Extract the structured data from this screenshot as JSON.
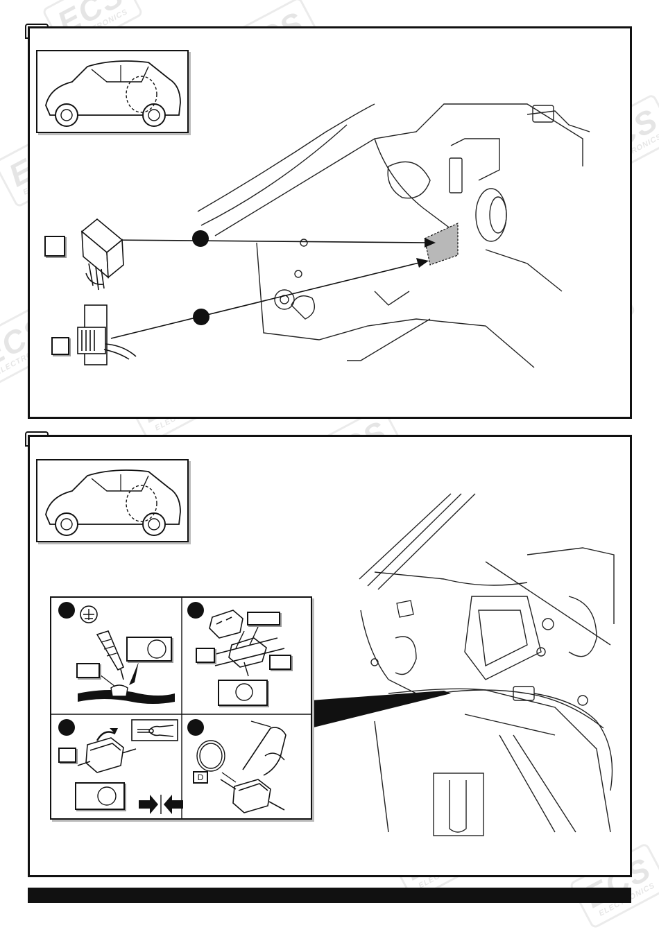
{
  "watermark": {
    "brand": "ECS",
    "tagline": "ELECTRONICS"
  },
  "step1": {
    "number": "",
    "label_a": "",
    "label_b": ""
  },
  "step2": {
    "number": "",
    "sub_steps": {
      "s1": {
        "box_small": "",
        "box_large": ""
      },
      "s2": {
        "box_top": "",
        "box_left": "",
        "box_right": "",
        "box_bottom": ""
      },
      "s3": {
        "box_left": "",
        "box_bottom": ""
      },
      "s4": {
        "wire_label": "D"
      }
    }
  },
  "icons": [
    "car-thumbnail-icon",
    "control-module-icon",
    "buzzer-icon",
    "soldering-iron-icon",
    "crimp-pliers-icon",
    "wire-coil-icon",
    "press-arrows-icon"
  ]
}
